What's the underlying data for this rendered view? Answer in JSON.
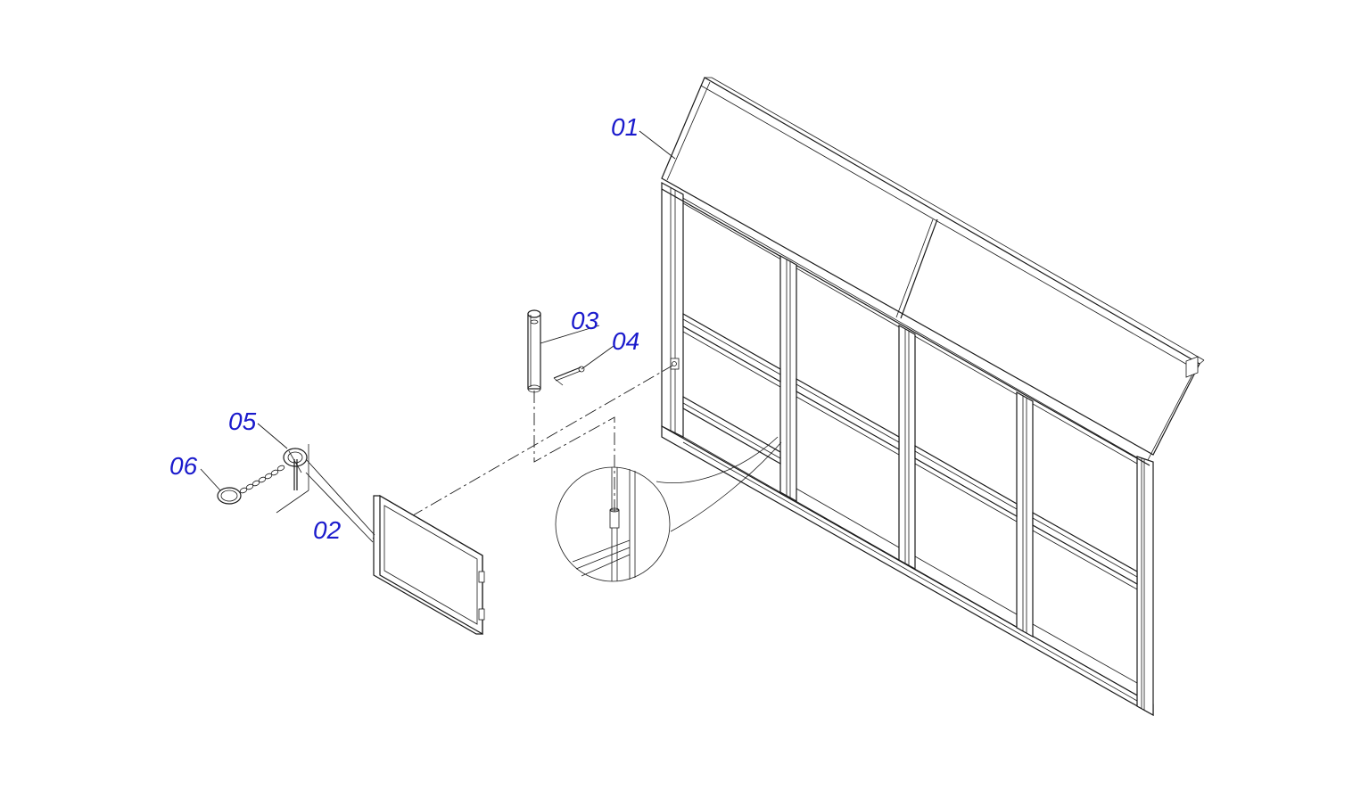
{
  "callouts": {
    "part_01": "01",
    "part_02": "02",
    "part_03": "03",
    "part_04": "04",
    "part_05": "05",
    "part_06": "06"
  },
  "colors": {
    "callout_text": "#1a1acc",
    "line_art": "#1a1a1a",
    "background": "#ffffff"
  }
}
